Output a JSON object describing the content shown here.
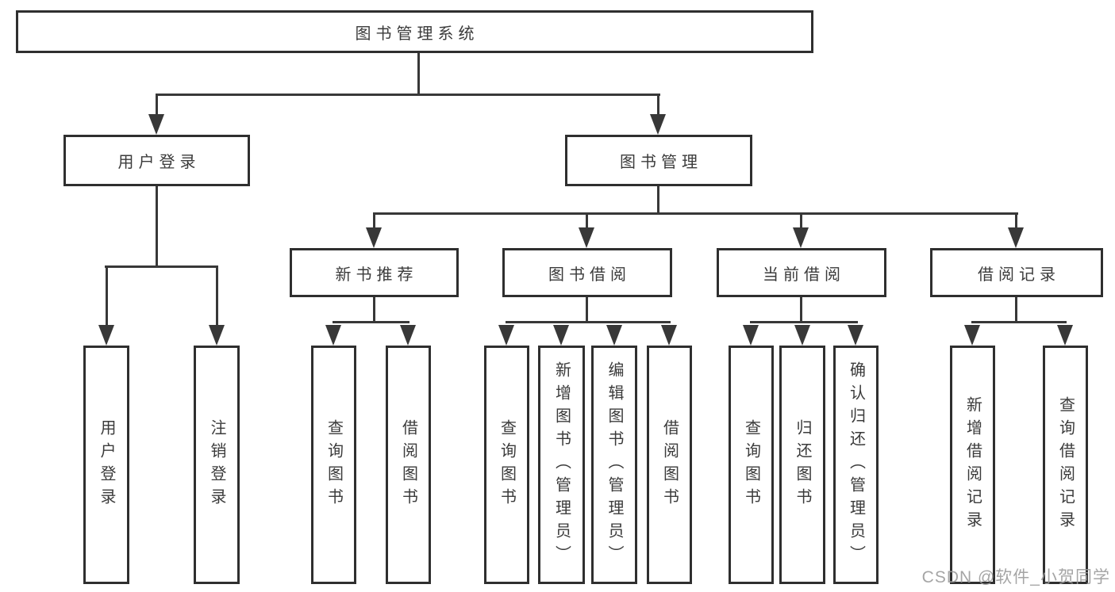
{
  "diagram": {
    "root": "图书管理系统",
    "level2": {
      "login": "用户登录",
      "mgmt": "图书管理"
    },
    "level3": {
      "recommend": "新书推荐",
      "borrow": "图书借阅",
      "current": "当前借阅",
      "records": "借阅记录"
    },
    "leaves": {
      "login": [
        "用户登录",
        "注销登录"
      ],
      "recommend": [
        "查询图书",
        "借阅图书"
      ],
      "borrow": [
        "查询图书",
        "新增图书（管理员）",
        "编辑图书（管理员）",
        "借阅图书"
      ],
      "current": [
        "查询图书",
        "归还图书",
        "确认归还（管理员）"
      ],
      "records": [
        "新增借阅记录",
        "查询借阅记录"
      ]
    }
  },
  "watermark": "CSDN @软件_小贺同学",
  "colors": {
    "line": "#383838",
    "box_border": "#2f2f2f",
    "text": "#3b3b3b",
    "watermark": "#9c9c9c",
    "background": "#ffffff"
  }
}
